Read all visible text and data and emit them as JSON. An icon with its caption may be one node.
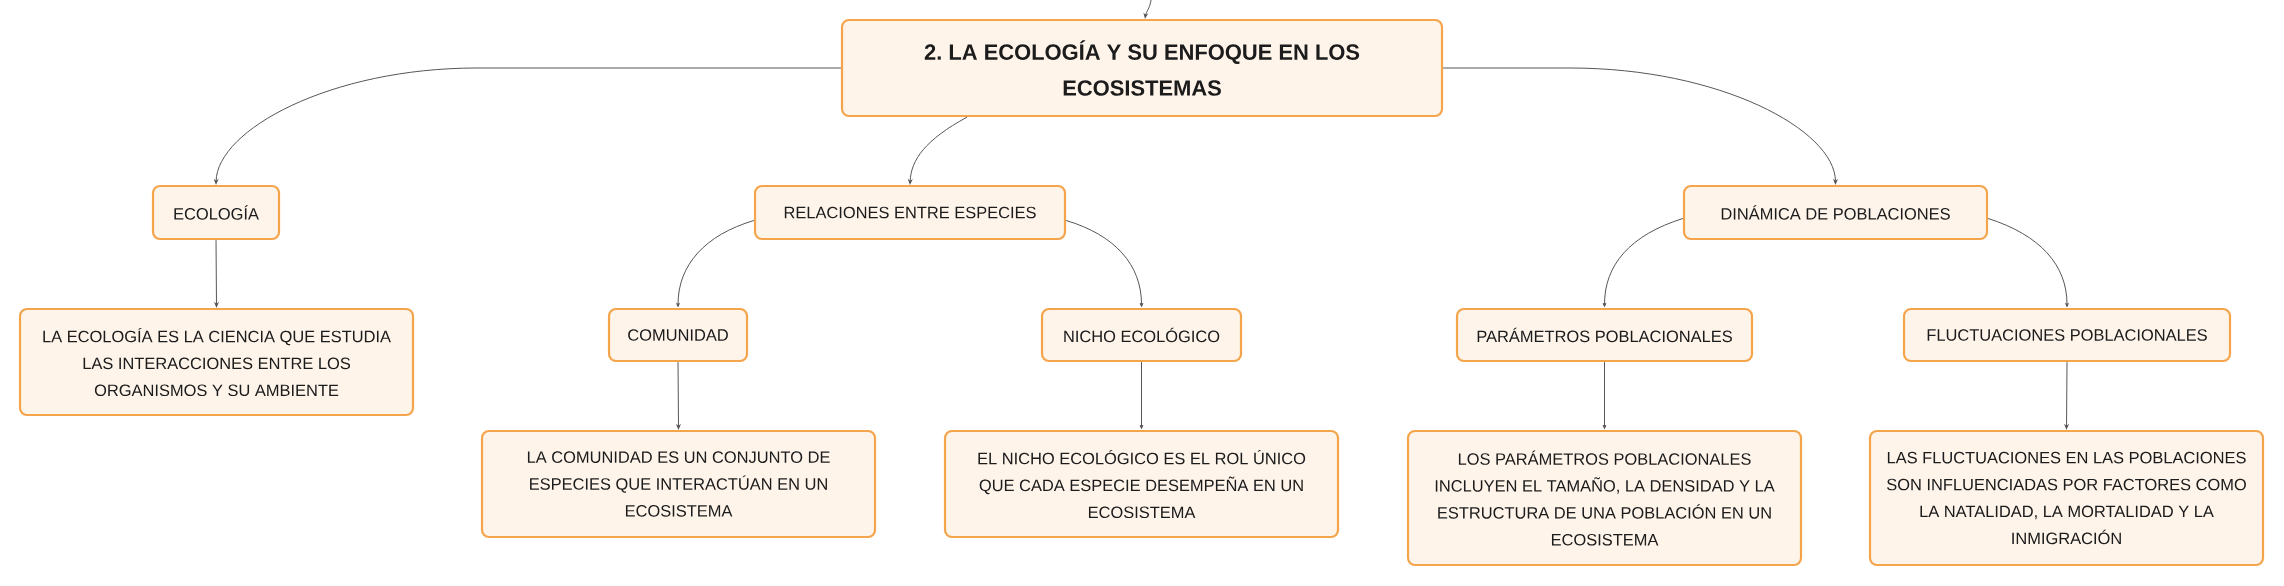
{
  "diagram": {
    "nodes": [
      {
        "text": [
          "2. LA ECOLOGÍA Y SU ENFOQUE EN LOS ECOSISTEMAS"
        ]
      },
      {
        "text": [
          "ECOLOGÍA"
        ]
      },
      {
        "text": [
          "RELACIONES ENTRE ESPECIES"
        ]
      },
      {
        "text": [
          "DINÁMICA DE POBLACIONES"
        ]
      },
      {
        "text": [
          "LA ECOLOGÍA ES LA CIENCIA QUE ESTUDIA LAS INTERACCIONES ENTRE LOS ORGANISMOS Y SU AMBIENTE"
        ]
      },
      {
        "text": [
          "COMUNIDAD"
        ]
      },
      {
        "text": [
          "NICHO ECOLÓGICO"
        ]
      },
      {
        "text": [
          "PARÁMETROS POBLACIONALES"
        ]
      },
      {
        "text": [
          "FLUCTUACIONES POBLACIONALES"
        ]
      },
      {
        "text": [
          "LA COMUNIDAD ES UN CONJUNTO DE ESPECIES QUE INTERACTÚAN EN UN ECOSISTEMA"
        ]
      },
      {
        "text": [
          "EL NICHO ECOLÓGICO ES EL ROL ÚNICO QUE CADA ESPECIE DESEMPEÑA EN UN ECOSISTEMA"
        ]
      },
      {
        "text": [
          "LOS PARÁMETROS POBLACIONALES INCLUYEN EL TAMAÑO, LA DENSIDAD Y LA ESTRUCTURA DE UNA POBLACIÓN EN UN ECOSISTEMA"
        ]
      },
      {
        "text": [
          "LAS FLUCTUACIONES EN LAS POBLACIONES SON INFLUENCIADAS POR FACTORES COMO LA NATALIDAD, LA MORTALIDAD Y LA INMIGRACIÓN"
        ]
      }
    ],
    "edges": [
      {
        "from": null,
        "to": 0,
        "arrow": "to"
      },
      {
        "from": 0,
        "to": 1,
        "arrow": "to"
      },
      {
        "from": 0,
        "to": 2,
        "arrow": "to"
      },
      {
        "from": 0,
        "to": 3,
        "arrow": "to"
      },
      {
        "from": 1,
        "to": 4,
        "arrow": "to"
      },
      {
        "from": 2,
        "to": 5,
        "arrow": "to"
      },
      {
        "from": 2,
        "to": 6,
        "arrow": "to"
      },
      {
        "from": 3,
        "to": 7,
        "arrow": "to"
      },
      {
        "from": 3,
        "to": 8,
        "arrow": "to"
      },
      {
        "from": 5,
        "to": 9,
        "arrow": "to"
      },
      {
        "from": 6,
        "to": 10,
        "arrow": "to"
      },
      {
        "from": 7,
        "to": 11,
        "arrow": "to"
      },
      {
        "from": 8,
        "to": 12,
        "arrow": "to"
      }
    ]
  }
}
